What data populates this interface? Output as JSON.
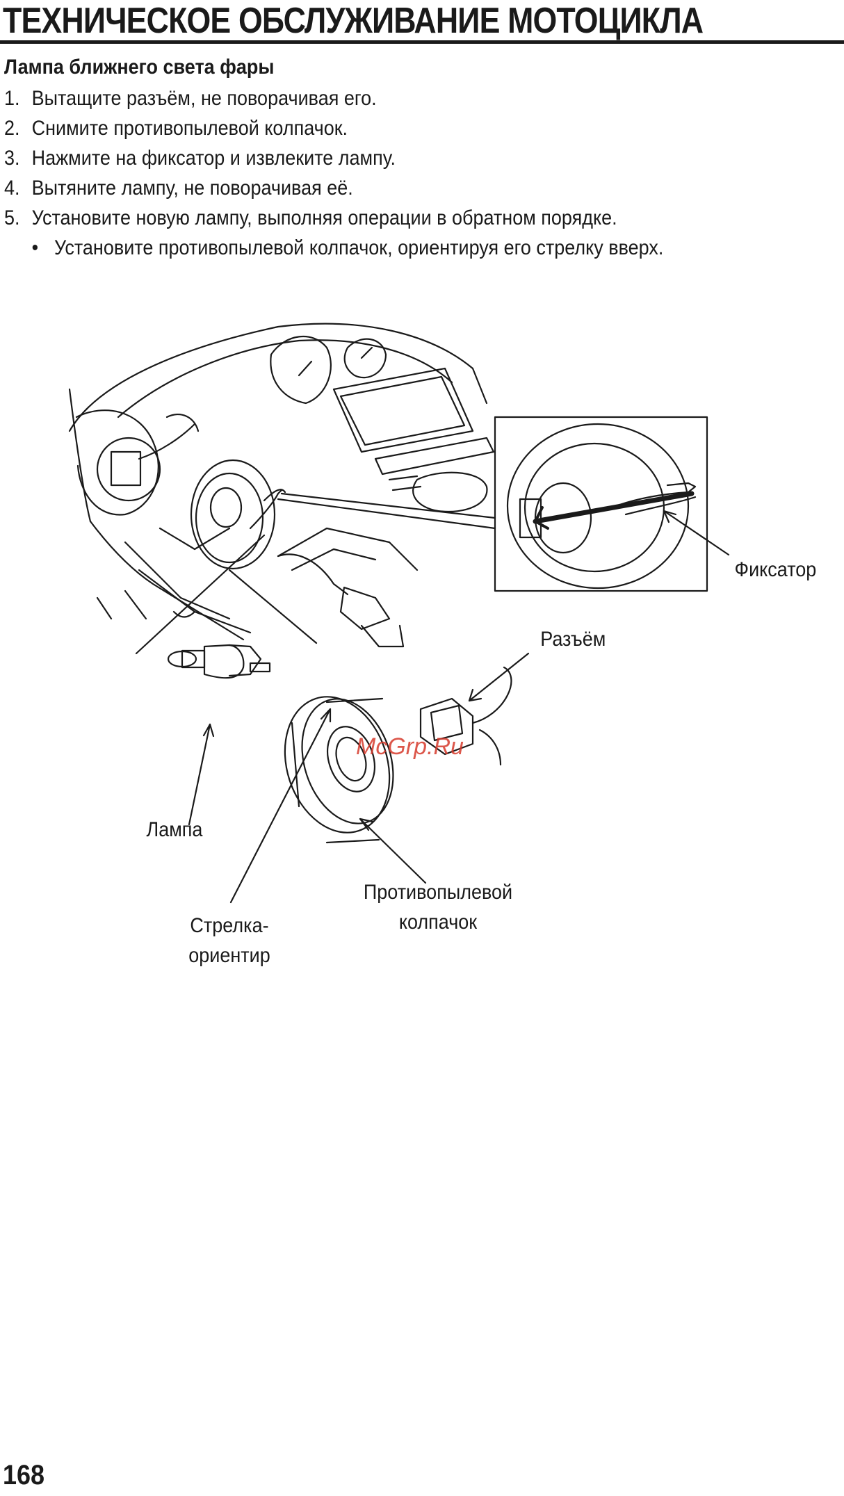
{
  "header": {
    "title": "ТЕХНИЧЕСКОЕ ОБСЛУЖИВАНИЕ МОТОЦИКЛА"
  },
  "section": {
    "title": "Лампа ближнего света фары"
  },
  "steps": [
    {
      "num": "1.",
      "text": "Вытащите разъём, не поворачивая его."
    },
    {
      "num": "2.",
      "text": "Снимите противопылевой колпачок."
    },
    {
      "num": "3.",
      "text": "Нажмите на фиксатор и извлеките лампу."
    },
    {
      "num": "4.",
      "text": "Вытяните лампу, не поворачивая её."
    },
    {
      "num": "5.",
      "text": "Установите новую лампу, выполняя операции в обратном порядке."
    }
  ],
  "bullet": {
    "marker": "•",
    "text": "Установите противопылевой колпачок, ориентируя его стрелку вверх."
  },
  "figure": {
    "labels": {
      "retainer": "Фиксатор",
      "connector": "Разъём",
      "bulb": "Лампа",
      "dust_cover_line1": "Противопылевой",
      "dust_cover_line2": "колпачок",
      "arrow_line1": "Стрелка-",
      "arrow_line2": "ориентир"
    },
    "watermark": "McGrp.Ru"
  },
  "page": {
    "number": "168"
  }
}
